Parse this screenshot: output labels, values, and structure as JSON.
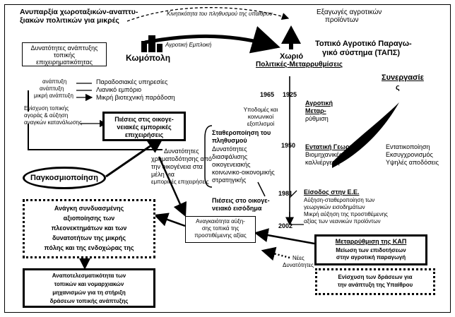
{
  "title_left": [
    "Ανυπαρξία χωροταξικών-αναπτυ-",
    "ξιακών πολιτικών για μικρές"
  ],
  "dashed_arrow_label": "Κινητικότητα του πληθυσμού της υπαίθρου",
  "exports": [
    "Εξαγωγές αγροτικών",
    "προϊόντων"
  ],
  "box_local_dev": [
    "Δυνατότητες ανάπτυξης",
    "τοπικής",
    "επιχειρηματικότητας"
  ],
  "agri_employment": "Αγροτική Εμπλοκή",
  "town": "Κωμόπολη",
  "tapas": [
    "Τοπικό Αγροτικό Παραγω-",
    "γικό σύστημα (ΤΑΠΣ)"
  ],
  "village": "Χωριό",
  "policy_changes": "Πολιτικές-Μεταρρυθμίσεις",
  "cooperation": "Συνεργασίε",
  "cooperation_tail": "ς",
  "dev_small_list": [
    "ανάπτυξη",
    "ανάπτυξη",
    "μικρή ανάπτυξη"
  ],
  "services": [
    "Παραδοσιακές υπηρεσίες",
    "Λιανικό εμπόριο",
    "Μικρή βιοτεχνική παράδοση"
  ],
  "strengthen": [
    "Ενίσχυση τοπικής",
    "αγοράς & αύξηση",
    "αναγκών κατανάλωσης"
  ],
  "pressures_business": [
    "Πιέσεις στις οικογε-",
    "νειακές εμπορικές",
    "επιχειρήσεις"
  ],
  "years": {
    "y1965": "1965",
    "y1925": "1925",
    "y1950": "1950",
    "y1981": "1981",
    "y2002": "2002"
  },
  "infrastructure": [
    "Υποδομές και",
    "κοινωνικοί",
    "εξοπλισμοί"
  ],
  "agri_reform": [
    "Αγροτική",
    "Μεταρ-",
    "ρύθμιση"
  ],
  "stabilization": [
    "Σταθεροποίηση του",
    "πληθυσμού"
  ],
  "capabilities": [
    "Δυνατότητες",
    "διασφάλισης",
    "οικογενειακής",
    "κοινωνικο-οικονομικής",
    "στρατηγικής"
  ],
  "intensive_agri": [
    "Εντατική Γεωργία",
    "Βιομηχανικές",
    "καλλιέργειες"
  ],
  "intensive_effects": [
    "Εντατικοποίηση",
    "Εκσυγχρονισμός",
    "Υψηλές αποδόσεις"
  ],
  "financing": [
    "Δυνατότητες",
    "χρηματοδότησης από",
    "την οικογένεια στα",
    "μέλη για",
    "εμπορικές επιχειρήσεις"
  ],
  "globalization": "Παγκοσμιοποίηση",
  "eu_entry": "Είσοδος στην Ε.Ε.",
  "eu_effects": [
    "Αύξηση-σταθεροποίηση των",
    "γεωργικών εισοδημάτων",
    "Μικρή αύξηση της προστιθέμενης",
    "αξίας των νεανικών προϊόντων"
  ],
  "family_income": [
    "Πιέσεις στο οικογε-",
    "νειακό εισόδημα"
  ],
  "need_combined": [
    "Ανάγκη συνδυασμένης",
    "αξιοποίησης των",
    "πλεονεκτημάτων και των",
    "δυνατοτήτων της μικρής",
    "πόλης και  της ενδοχώρας της"
  ],
  "need_value": [
    "Αναγκαιότητα αύξη-",
    "σης τοπικά της",
    "προστιθέμενης αξίας"
  ],
  "cap_reform": "Μεταρρύθμιση της ΚΑΠ",
  "subsidies": [
    "Μείωση των επιδοτήσεων",
    "στην αγροτική παραγωγή"
  ],
  "rural_actions": [
    "Ενίσχυση των δράσεων για",
    "την ανάπτυξη της Υπαίθρου"
  ],
  "new_possibilities": [
    "Νέες",
    "Δυνατότητες"
  ],
  "inefficiency": [
    "Αναποτελεσματικότητα των",
    "τοπικών και νομαρχιακών",
    "μηχανισμών για τη στήριξη",
    "δράσεων τοπικής ανάπτυξης"
  ]
}
